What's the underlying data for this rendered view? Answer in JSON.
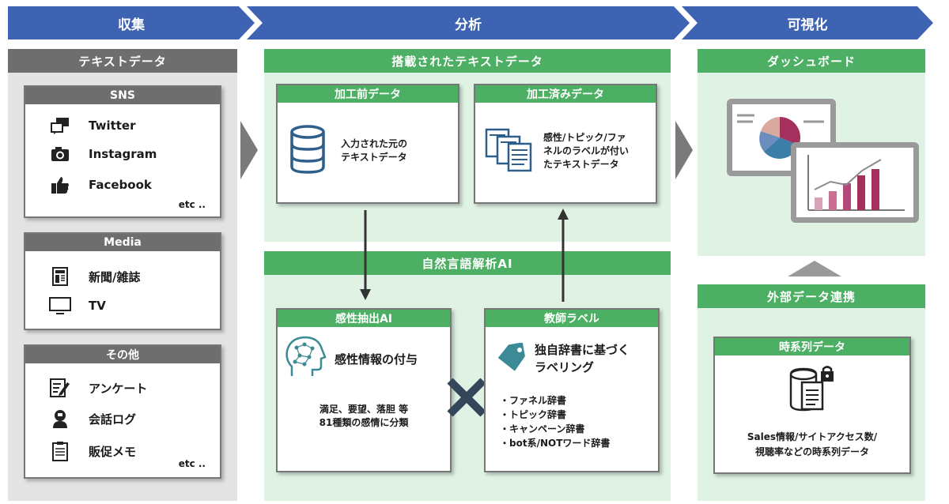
{
  "header": {
    "collect": "収集",
    "analyze": "分析",
    "visualize": "可視化"
  },
  "left": {
    "title": "テキストデータ",
    "sns": {
      "title": "SNS",
      "items": [
        "Twitter",
        "Instagram",
        "Facebook"
      ],
      "etc": "etc .."
    },
    "media": {
      "title": "Media",
      "items": [
        "新聞/雑誌",
        "TV"
      ]
    },
    "other": {
      "title": "その他",
      "items": [
        "アンケート",
        "会話ログ",
        "販促メモ"
      ],
      "etc": "etc .."
    }
  },
  "middle": {
    "top_title": "搭載されたテキストデータ",
    "raw": {
      "title": "加工前データ",
      "lines": [
        "入力された元の",
        "テキストデータ"
      ]
    },
    "processed": {
      "title": "加工済みデータ",
      "lines": [
        "感性/トピック/ファ",
        "ネルのラベルが付い",
        "たテキストデータ"
      ]
    },
    "nlp_title": "自然言語解析AI",
    "sentiment": {
      "title": "感性抽出AI",
      "heading": "感性情報の付与",
      "lines": [
        "満足、要望、落胆 等",
        "81種類の感情に分類"
      ]
    },
    "teacher": {
      "title": "教師ラベル",
      "heading_lines": [
        "独自辞書に基づく",
        "ラベリング"
      ],
      "list": [
        "・ファネル辞書",
        "・トピック辞書",
        "・キャンペーン辞書",
        "・bot系/NOTワード辞書"
      ]
    }
  },
  "right": {
    "dashboard_title": "ダッシュボード",
    "external_title": "外部データ連携",
    "timeseries": {
      "title": "時系列データ",
      "lines": [
        "Sales情報/サイトアクセス数/",
        "視聴率などの時系列データ"
      ]
    }
  },
  "colors": {
    "header_blue": "#3f63b3",
    "green": "#4caf63",
    "light_green": "#dff2e4",
    "gray_bar": "#6e6e6e",
    "light_gray": "#e3e3e3",
    "icon_blue": "#2d5f8a",
    "chart_red": "#a3305d",
    "teal": "#3b8a95"
  },
  "icons": [
    "chat-icon",
    "camera-icon",
    "thumbs-up-icon",
    "newspaper-icon",
    "tv-icon",
    "survey-icon",
    "person-icon",
    "memo-icon",
    "database-icon",
    "documents-icon",
    "brain-icon",
    "tag-icon",
    "cross-icon",
    "locked-database-icon"
  ]
}
